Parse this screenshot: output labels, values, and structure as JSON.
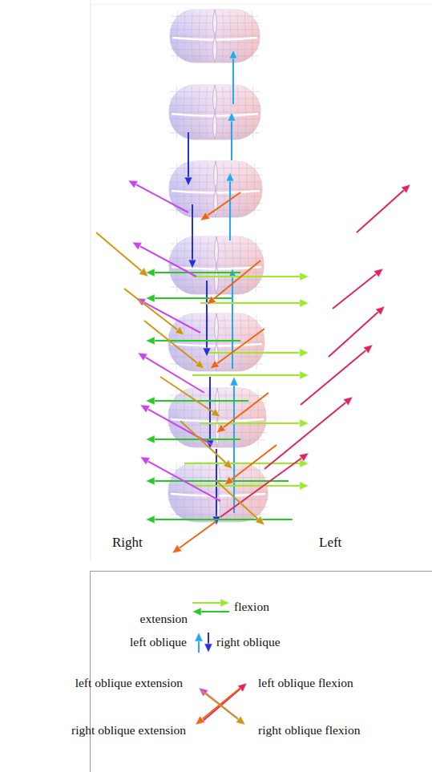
{
  "diagram": {
    "labels": [
      "Right",
      "Left"
    ],
    "legend": [
      {
        "text": "flexion",
        "color": "#99ee22"
      },
      {
        "text": "extension",
        "color": "#22cc22"
      },
      {
        "text": "left oblique",
        "color": "#22aaee"
      },
      {
        "text": "right oblique",
        "color": "#2233dd"
      },
      {
        "text": "left oblique extension",
        "color": "#cc44ee"
      },
      {
        "text": "left oblique flexion",
        "color": "#e0245e"
      },
      {
        "text": "right oblique extension",
        "color": "#ee6611"
      },
      {
        "text": "right oblique flexion",
        "color": "#cc9911"
      }
    ]
  }
}
